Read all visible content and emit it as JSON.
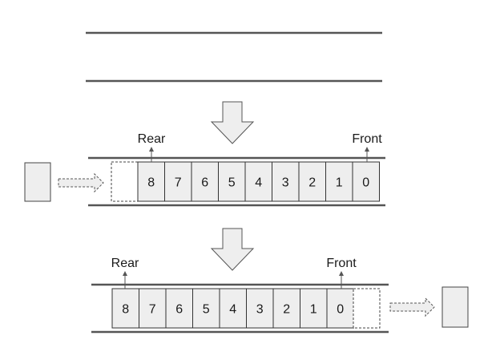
{
  "queue_before": {
    "rear_label": "Rear",
    "front_label": "Front",
    "cells": [
      "8",
      "7",
      "6",
      "5",
      "4",
      "3",
      "2",
      "1",
      "0"
    ]
  },
  "queue_after": {
    "rear_label": "Rear",
    "front_label": "Front",
    "cells": [
      "8",
      "7",
      "6",
      "5",
      "4",
      "3",
      "2",
      "1",
      "0"
    ]
  },
  "colors": {
    "cell_fill": "#eeeeee",
    "rail": "#555555",
    "outline": "#333333"
  }
}
